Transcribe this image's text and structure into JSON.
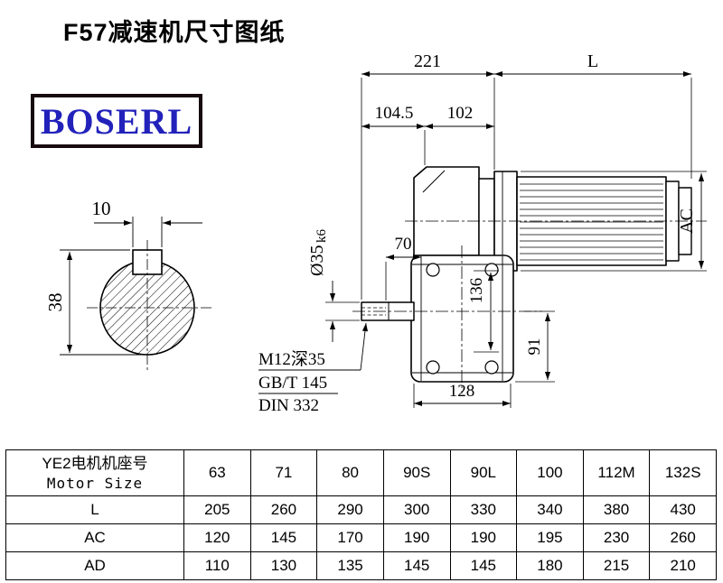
{
  "page": {
    "title": "F57减速机尺寸图纸"
  },
  "logo": {
    "text": "BOSERL"
  },
  "drawing": {
    "dims": {
      "d221": "221",
      "L": "L",
      "d104_5": "104.5",
      "d102": "102",
      "d70": "70",
      "dia": "Ø35",
      "dia_tol": "k6",
      "d136": "136",
      "AC": "AC",
      "d91": "91",
      "d128": "128"
    },
    "shaft_section": {
      "key_width": "10",
      "depth": "38"
    },
    "notes": {
      "tap": "M12深35",
      "std1": "GB/T 145",
      "std2": "DIN 332"
    }
  },
  "table": {
    "header": {
      "line1": "YE2电机机座号",
      "line2": "Motor Size"
    },
    "sizes": [
      "63",
      "71",
      "80",
      "90S",
      "90L",
      "100",
      "112M",
      "132S"
    ],
    "rows": [
      {
        "label": "L",
        "values": [
          "205",
          "260",
          "290",
          "300",
          "330",
          "340",
          "380",
          "430"
        ]
      },
      {
        "label": "AC",
        "values": [
          "120",
          "145",
          "170",
          "190",
          "190",
          "195",
          "230",
          "260"
        ]
      },
      {
        "label": "AD",
        "values": [
          "110",
          "130",
          "135",
          "145",
          "145",
          "180",
          "215",
          "210"
        ]
      }
    ]
  }
}
